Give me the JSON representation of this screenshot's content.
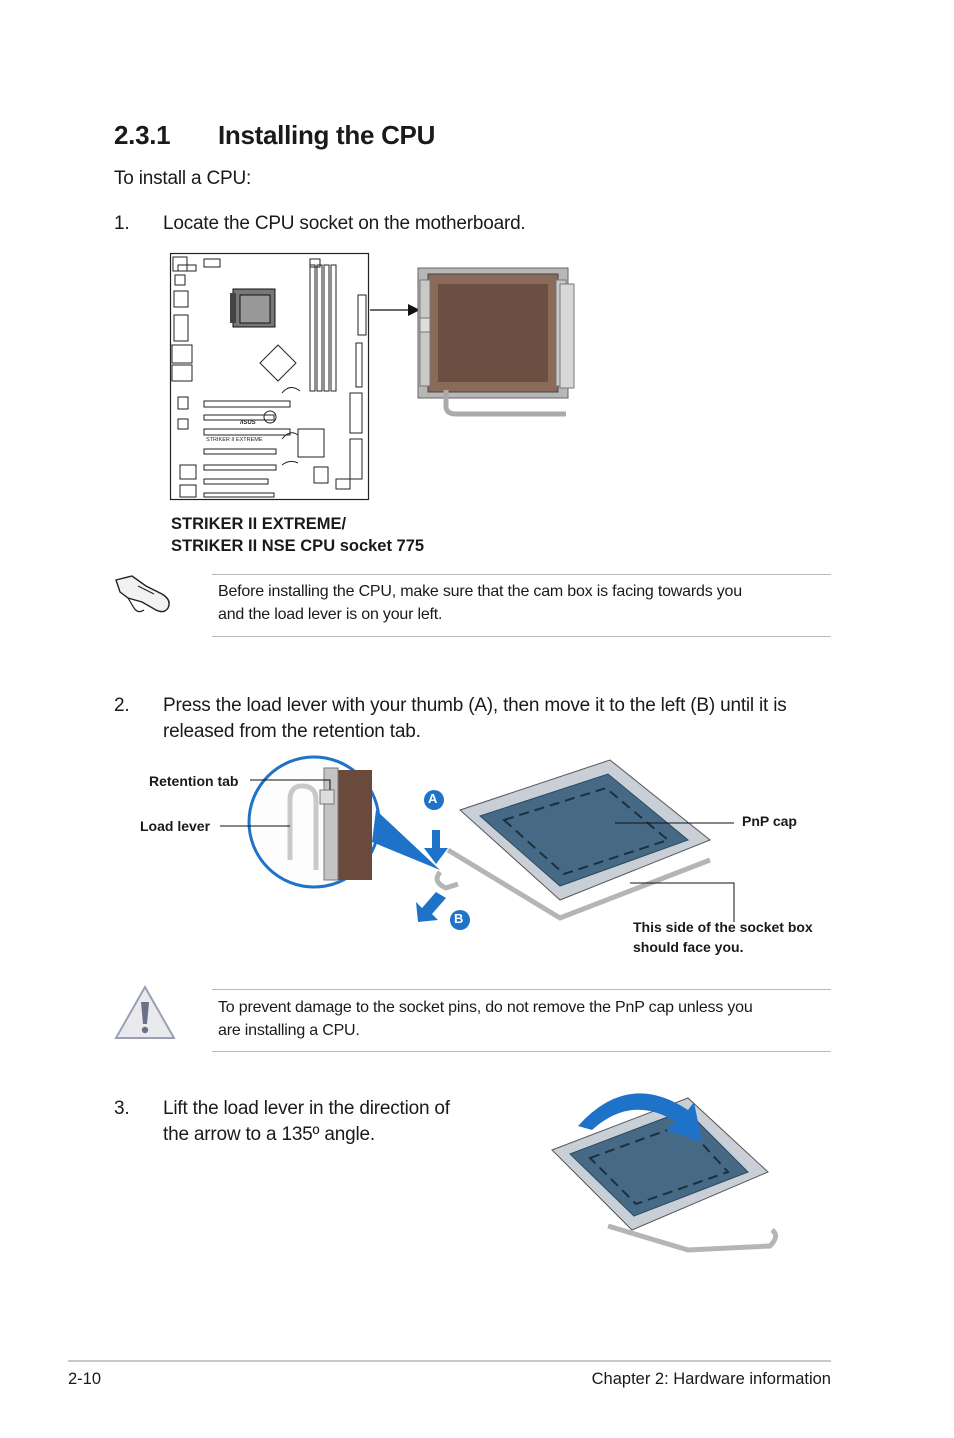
{
  "section": {
    "number": "2.3.1",
    "title": "Installing the CPU"
  },
  "intro": "To install a CPU:",
  "steps": [
    {
      "number": "1.",
      "line1": "Locate the CPU socket on the motherboard.",
      "line2": ""
    },
    {
      "number": "2.",
      "line1": "Press the load lever with your thumb (A), then move it to the left (B) until it is",
      "line2": "released from the retention tab."
    },
    {
      "number": "3.",
      "line1": "Lift the load lever in the direction of",
      "line2": "the arrow to a 135º angle."
    }
  ],
  "figure1": {
    "board_label": "STRIKER II EXTREME",
    "brand_label": "/ISUS",
    "caption_line1": "STRIKER II EXTREME/",
    "caption_line2": "STRIKER II NSE  CPU socket 775"
  },
  "note1": {
    "icon": "hand-pointing-icon",
    "line1": "Before installing the CPU, make sure that the cam box is facing towards you",
    "line2": "and the load lever is on your left."
  },
  "figure2": {
    "retention_tab": "Retention tab",
    "load_lever": "Load lever",
    "pnp_cap": "PnP cap",
    "socket_side_line1": "This side of the socket box",
    "socket_side_line2": "should face you.",
    "marker_a": "A",
    "marker_b": "B",
    "accent_color": "#1e73c8"
  },
  "note2": {
    "icon": "warning-triangle-icon",
    "line1": "To prevent damage to the socket pins, do not remove the PnP cap unless you",
    "line2": "are installing a CPU."
  },
  "footer": {
    "page_number": "2-10",
    "chapter": "Chapter 2: Hardware information"
  }
}
